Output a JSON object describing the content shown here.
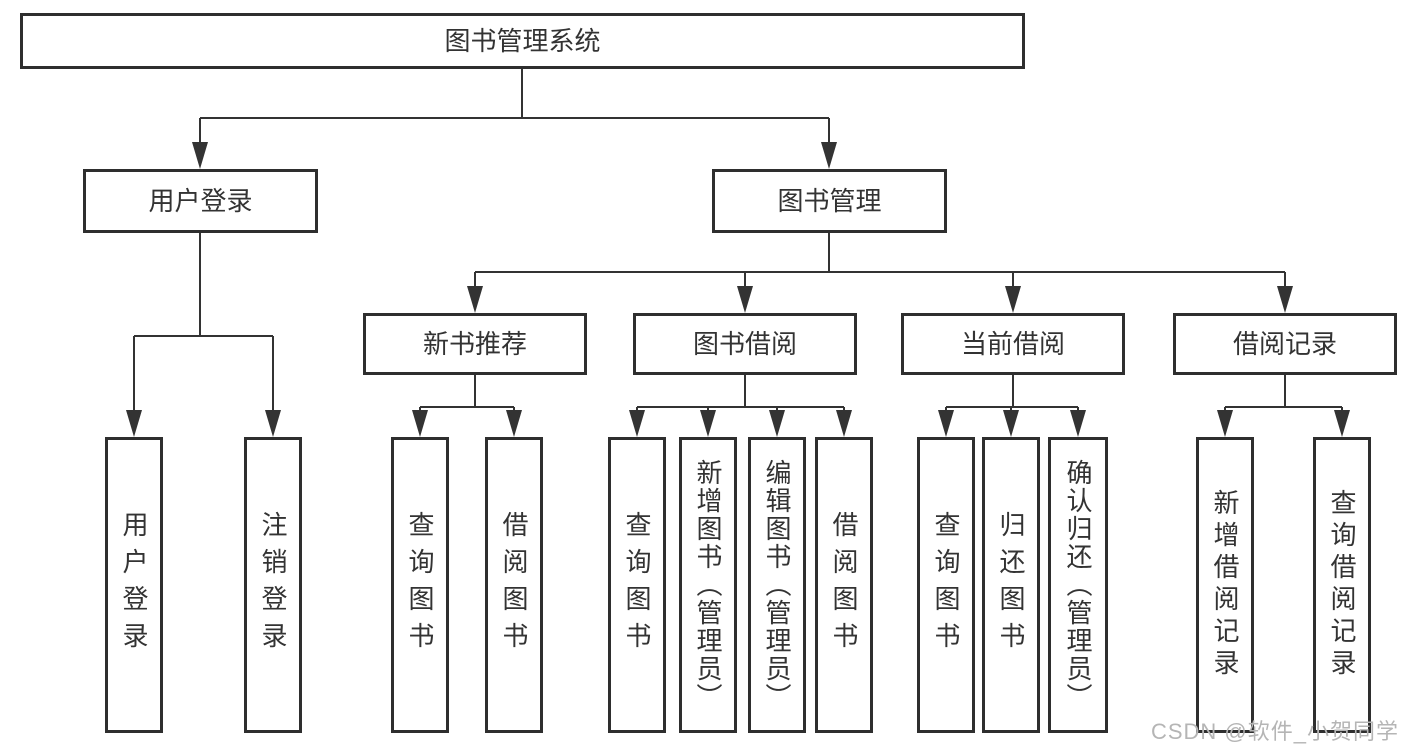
{
  "diagram": {
    "type": "hierarchy-tree",
    "root": {
      "label": "图书管理系统",
      "children": [
        {
          "label": "用户登录",
          "children": [
            {
              "label": "用户登录"
            },
            {
              "label": "注销登录"
            }
          ]
        },
        {
          "label": "图书管理",
          "children": [
            {
              "label": "新书推荐",
              "children": [
                {
                  "label": "查询图书"
                },
                {
                  "label": "借阅图书"
                }
              ]
            },
            {
              "label": "图书借阅",
              "children": [
                {
                  "label": "查询图书"
                },
                {
                  "label": "新增图书（管理员）"
                },
                {
                  "label": "编辑图书（管理员）"
                },
                {
                  "label": "借阅图书"
                }
              ]
            },
            {
              "label": "当前借阅",
              "children": [
                {
                  "label": "查询图书"
                },
                {
                  "label": "归还图书"
                },
                {
                  "label": "确认归还（管理员）"
                }
              ]
            },
            {
              "label": "借阅记录",
              "children": [
                {
                  "label": "新增借阅记录"
                },
                {
                  "label": "查询借阅记录"
                }
              ]
            }
          ]
        }
      ]
    },
    "watermark": "CSDN @软件_小贺同学",
    "colors": {
      "line": "#333333",
      "box_border": "#2e2e2e",
      "box_fill": "#ffffff",
      "text": "#333333",
      "watermark": "#b5b5b5"
    }
  }
}
